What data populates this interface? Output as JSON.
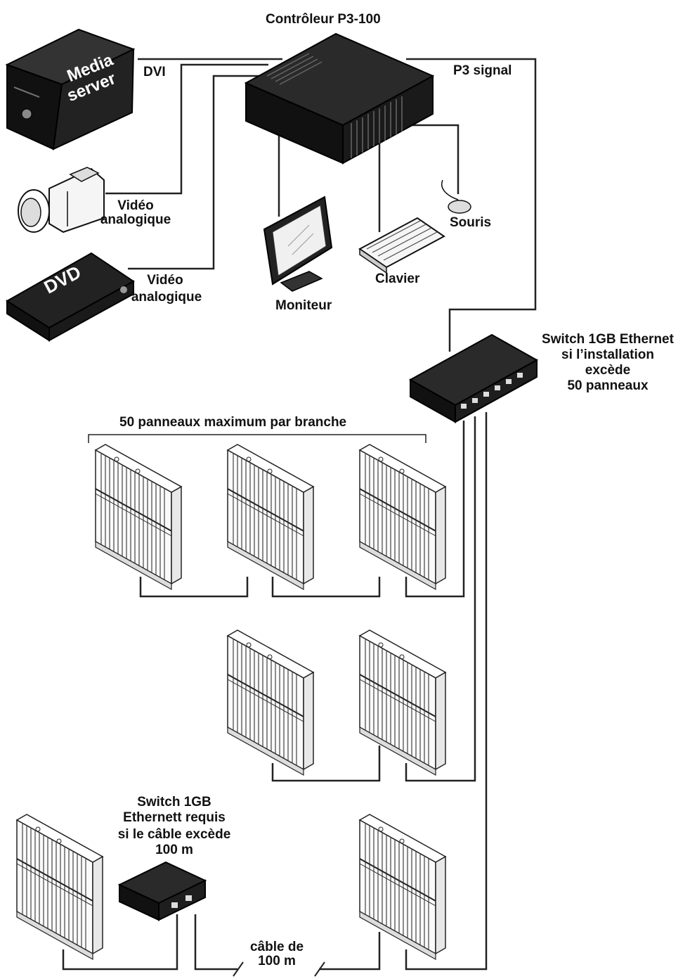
{
  "labels": {
    "controller": "Contrôleur P3-100",
    "dvi": "DVI",
    "p3_signal": "P3 signal",
    "media_server_line1": "Media",
    "media_server_line2": "server",
    "video1_line1": "Vidéo",
    "video1_line2": "analogique",
    "video2_line1": "Vidéo",
    "video2_line2": "analogique",
    "dvd": "DVD",
    "monitor": "Moniteur",
    "keyboard": "Clavier",
    "mouse": "Souris",
    "switch_main_line1": "Switch 1GB Ethernet",
    "switch_main_line2": "si l’installation",
    "switch_main_line3": "excède",
    "switch_main_line4": "50 panneaux",
    "branch_limit": "50 panneaux maximum par branche",
    "switch_small_line1": "Switch 1GB",
    "switch_small_line2": "Ethernett requis",
    "switch_small_line3": "si le câble excède",
    "switch_small_line4": "100 m",
    "cable_line1": "câble de",
    "cable_line2": "100 m"
  }
}
